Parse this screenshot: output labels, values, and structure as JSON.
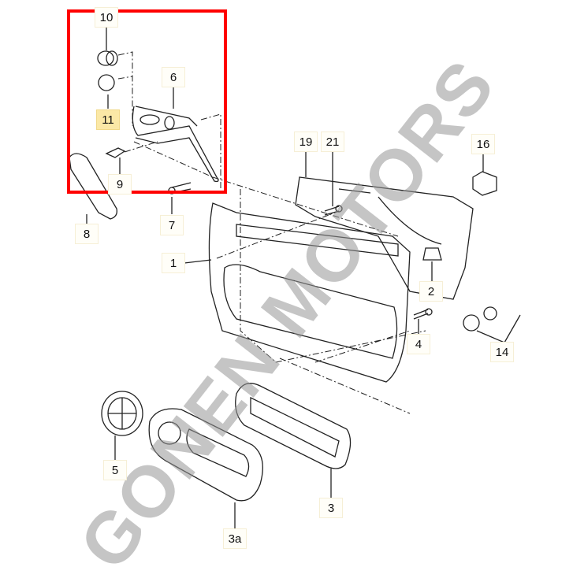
{
  "diagram": {
    "title": "Door trim panel exploded parts diagram",
    "highlight_color": "#ff0000",
    "highlighted_part": "11",
    "labels": [
      "10",
      "6",
      "11",
      "9",
      "8",
      "7",
      "1",
      "19",
      "21",
      "16",
      "2",
      "4",
      "14",
      "5",
      "3",
      "3a"
    ],
    "watermark": "GONEN MOTORS"
  }
}
